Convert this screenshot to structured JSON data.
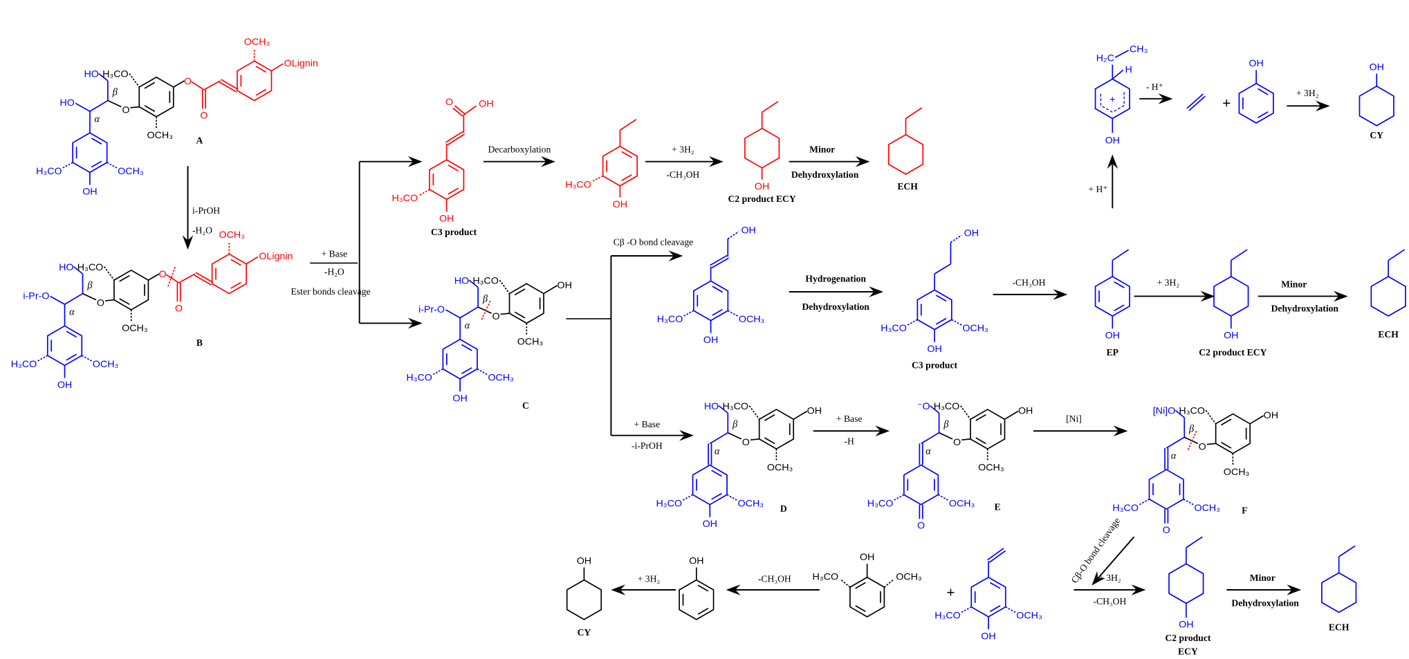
{
  "colors": {
    "lignin_unit": "#0000FF",
    "ferulate_unit": "#FF0000",
    "reagents": "#000000"
  },
  "structures": {
    "A": {
      "label": "A",
      "gamma": "HO",
      "alpha_sub": "HO",
      "alpha": "α",
      "beta": "β",
      "o_ether": "O",
      "h3co_black": "H₃CO",
      "och3_black": "OCH₃",
      "h3co": "H₃CO",
      "och3": "OCH₃",
      "oh": "OH",
      "o_ester": "O",
      "o_carbonyl": "O",
      "och3_red": "OCH₃",
      "olignin": "OLignin"
    },
    "B": {
      "label": "B",
      "gamma": "HO",
      "alpha_sub": "i-Pr-O",
      "alpha": "α",
      "beta": "β",
      "o_ether": "O",
      "h3co_black": "H₃CO",
      "och3_black": "OCH₃",
      "h3co": "H₃CO",
      "och3": "OCH₃",
      "oh": "OH",
      "o_ester": "O",
      "o_carbonyl": "O",
      "och3_red": "OCH₃",
      "olignin": "OLignin"
    },
    "C": {
      "label": "C",
      "gamma": "HO",
      "alpha_sub": "i-Pr-O",
      "alpha": "α",
      "beta": "β",
      "o_ether": "O",
      "h3co_black": "H₃CO",
      "och3_black": "OCH₃",
      "h3co": "H₃CO",
      "och3": "OCH₃",
      "oh": "OH",
      "oh_black": "OH"
    },
    "D": {
      "label": "D",
      "gamma": "HO",
      "alpha": "α",
      "beta": "β",
      "o_ether": "O",
      "h3co_black": "H₃CO",
      "och3_black": "OCH₃",
      "h3co": "H₃CO",
      "och3": "OCH₃",
      "oh": "OH",
      "oh_black": "OH"
    },
    "E": {
      "label": "E",
      "gamma": "⁻O",
      "alpha": "α",
      "beta": "β",
      "o_ether": "O",
      "h3co_black": "H₃CO",
      "och3_black": "OCH₃",
      "h3co": "H₃CO",
      "och3": "OCH₃",
      "bottom": "O",
      "oh_black": "OH"
    },
    "F": {
      "label": "F",
      "gamma": "[Ni]O",
      "alpha": "α",
      "beta": "β",
      "o_ether": "O",
      "h3co_black": "H₃CO",
      "och3_black": "OCH₃",
      "h3co": "H₃CO",
      "och3": "OCH₃",
      "bottom": "O",
      "oh_black": "OH"
    },
    "ferulic_acid": {
      "caption": "C3 product",
      "o": "O",
      "oh_acid": "OH",
      "h3co": "H₃CO",
      "oh": "OH"
    },
    "ethylguaiacol": {
      "h3co": "H₃CO",
      "oh": "OH"
    },
    "ecy_red": {
      "oh": "OH",
      "caption": "C2 product ECY"
    },
    "ech_red": {
      "caption": "ECH"
    },
    "sinapyl_alcohol": {
      "oh_chain": "OH",
      "h3co": "H₃CO",
      "och3": "OCH₃",
      "oh": "OH"
    },
    "c3_blue": {
      "oh_chain": "OH",
      "h3co": "H₃CO",
      "och3": "OCH₃",
      "oh": "OH",
      "caption": "C3 product"
    },
    "ep": {
      "oh": "OH",
      "caption": "EP"
    },
    "ecy_blue": {
      "oh": "OH",
      "caption": "C2 product ECY"
    },
    "ech_blue": {
      "caption": "ECH"
    },
    "cation": {
      "h2c": "H₂C",
      "ch3": "CH₃",
      "h": "H",
      "charge": "+",
      "oh": "OH"
    },
    "phenol_top": {
      "oh": "OH"
    },
    "cy_top": {
      "oh": "OH",
      "caption": "CY"
    },
    "vinylsyringol": {
      "h3co": "H₃CO",
      "och3": "OCH₃",
      "oh": "OH"
    },
    "ecy_bottom": {
      "oh": "OH",
      "caption_1": "C2 product",
      "caption_2": "ECY"
    },
    "ech_bottom": {
      "caption": "ECH"
    },
    "syringol": {
      "oh": "OH",
      "h3co": "H₃CO",
      "och3": "OCH₃"
    },
    "phenol_bottom": {
      "oh": "OH"
    },
    "cy_bottom": {
      "oh": "OH",
      "caption": "CY"
    }
  },
  "reactions": {
    "a_to_b": {
      "reagent": "i-PrOH",
      "byproduct": "-H₂O"
    },
    "ester_cleavage": {
      "reagent": "+ Base",
      "byproduct": "-H₂O",
      "name": "Ester bonds cleavage"
    },
    "decarboxylation": {
      "name": "Decarboxylation"
    },
    "hydrogenation_red": {
      "reagent": "+ 3H₂",
      "byproduct": "-CH₃OH"
    },
    "minor_red": {
      "qualifier": "Minor",
      "name": "Dehydroxylation"
    },
    "cbeta_o_cleavage_c": {
      "name": "Cβ -O bond cleavage"
    },
    "base_c_to_d": {
      "reagent": "+ Base",
      "byproduct": "-i-PrOH"
    },
    "hydrogenation_dehydroxylation": {
      "name_1": "Hydrogenation",
      "name_2": "Dehydroxylation"
    },
    "demethoxylation_blue": {
      "byproduct": "-CH₃OH"
    },
    "hydrogenation_ep": {
      "reagent": "+ 3H₂"
    },
    "minor_blue": {
      "qualifier": "Minor",
      "name": "Dehydroxylation"
    },
    "protonation": {
      "reagent": "+ H⁺"
    },
    "deprotonation": {
      "byproduct": "- H⁺"
    },
    "plus_top": "+",
    "hydrogenation_phenol_top": {
      "reagent": "+ 3H₂"
    },
    "base_d_to_e": {
      "reagent": "+ Base",
      "byproduct": "-H"
    },
    "ni_e_to_f": {
      "reagent": "[Ni]"
    },
    "cbeta_o_cleavage_f": {
      "name": "Cβ-O bond cleavage"
    },
    "plus_bottom": "+",
    "hydrogenation_bottom": {
      "reagent": "+ 3H₂",
      "byproduct": "-CH₃OH"
    },
    "minor_bottom": {
      "qualifier": "Minor",
      "name": "Dehydroxylation"
    },
    "demethoxylation_syringol": {
      "byproduct": "-CH₃OH"
    },
    "hydrogenation_phenol_bottom": {
      "reagent": "+ 3H₂"
    }
  }
}
